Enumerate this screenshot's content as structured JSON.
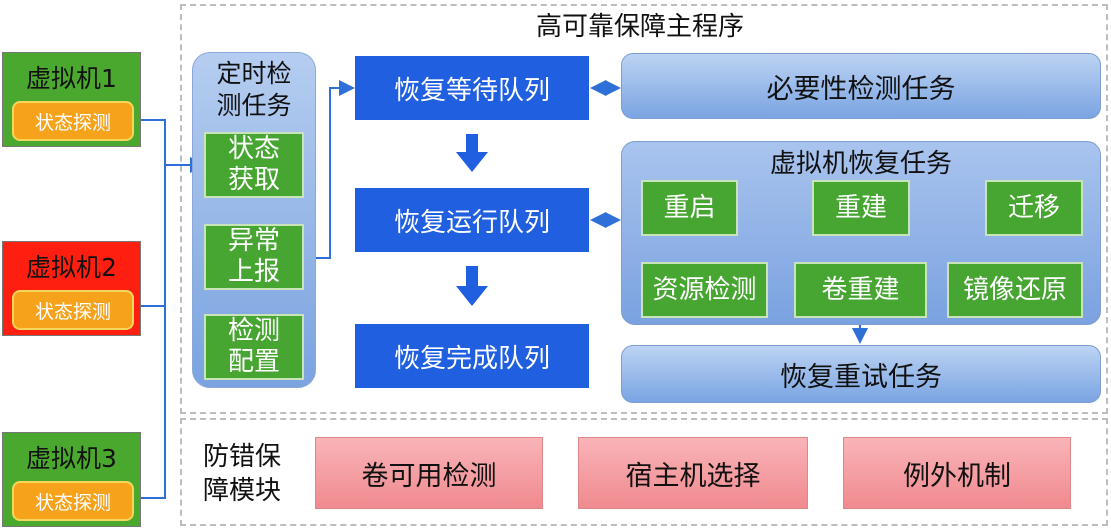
{
  "main_title": "高可靠保障主程序",
  "vms": [
    {
      "title": "虚拟机1",
      "probe": "状态探测",
      "color": "#4ba82e"
    },
    {
      "title": "虚拟机2",
      "probe": "状态探测",
      "color": "#ff1f10"
    },
    {
      "title": "虚拟机3",
      "probe": "状态探测",
      "color": "#4ba82e"
    }
  ],
  "timer": {
    "title": "定时检测任务",
    "title_lines": [
      "定时检",
      "测任务"
    ],
    "items": [
      {
        "lines": [
          "状态",
          "获取"
        ]
      },
      {
        "lines": [
          "异常",
          "上报"
        ]
      },
      {
        "lines": [
          "检测",
          "配置"
        ]
      }
    ]
  },
  "queues": [
    "恢复等待队列",
    "恢复运行队列",
    "恢复完成队列"
  ],
  "tasks": {
    "necessity": "必要性检测任务",
    "vm_recovery": {
      "title": "虚拟机恢复任务",
      "flow": [
        "重启",
        "重建",
        "迁移"
      ],
      "ops": [
        "资源检测",
        "卷重建",
        "镜像还原"
      ]
    },
    "retry": "恢复重试任务"
  },
  "guard": {
    "title_lines": [
      "防错保",
      "障模块"
    ],
    "items": [
      "卷可用检测",
      "宿主机选择",
      "例外机制"
    ]
  },
  "colors": {
    "accent_blue": "#1f5fe0",
    "green": "#47a632",
    "probe_orange": "#f7a21b",
    "alert_red": "#ff1f10",
    "pink": "#f08a8f",
    "connector": "#2e6fd8"
  }
}
